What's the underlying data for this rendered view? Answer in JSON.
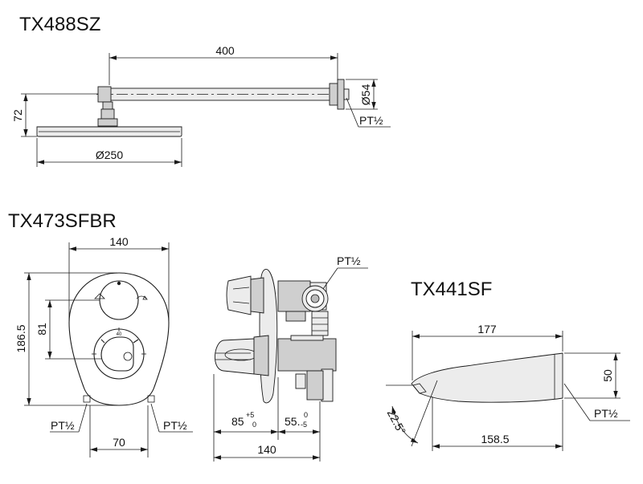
{
  "drawings": {
    "showerhead": {
      "model": "TX488SZ",
      "arm_length": "400",
      "flange_dia": "Ø54",
      "height": "72",
      "head_dia": "Ø250",
      "thread": "PT½"
    },
    "mixer": {
      "model": "TX473SFBR",
      "width": "140",
      "height": "186.5",
      "handle_spacing": "81",
      "inlet_spacing": "70",
      "thread_left": "PT½",
      "thread_right": "PT½",
      "thread_top": "PT½",
      "depth_front": "85",
      "depth_front_tol_upper": "+5",
      "depth_front_tol_lower": "0",
      "depth_back": "55.",
      "depth_back_tol_upper": "0",
      "depth_back_tol_lower": "-5",
      "depth_total": "140",
      "temp_mark": "40"
    },
    "spout": {
      "model": "TX441SF",
      "length": "177",
      "height": "50",
      "outlet_length": "158.5",
      "angle": "22.5°",
      "thread": "PT½"
    }
  }
}
